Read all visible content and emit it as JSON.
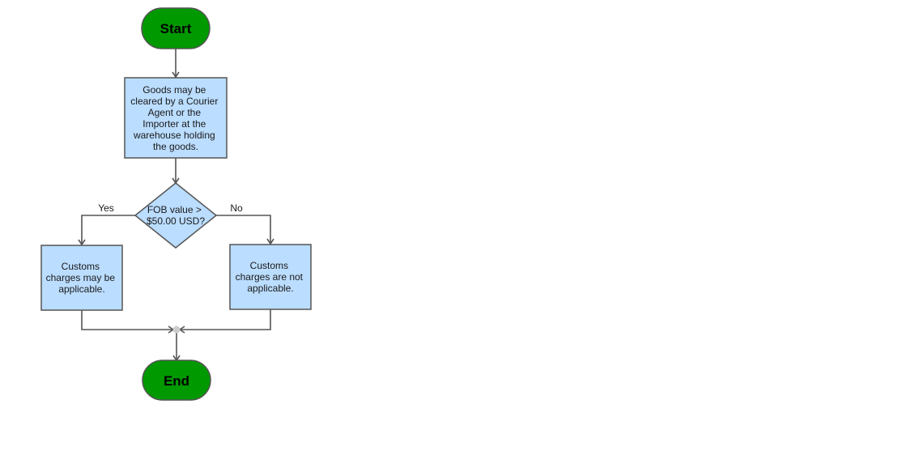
{
  "diagram": {
    "start_label": "Start",
    "end_label": "End",
    "process_lines": [
      "Goods may be",
      "cleared by a Courier",
      "Agent or the",
      "Importer at the",
      "warehouse holding",
      "the goods."
    ],
    "decision_lines": [
      "FOB value >",
      "$50.00 USD?"
    ],
    "yes_label": "Yes",
    "no_label": "No",
    "yes_box_lines": [
      "Customs",
      "charges may be",
      "applicable."
    ],
    "no_box_lines": [
      "Customs",
      "charges are not",
      "applicable."
    ]
  },
  "colors": {
    "terminal_fill": "#009900",
    "box_fill": "#bbddff",
    "stroke": "#555555",
    "connector_dot": "#cccccc"
  }
}
